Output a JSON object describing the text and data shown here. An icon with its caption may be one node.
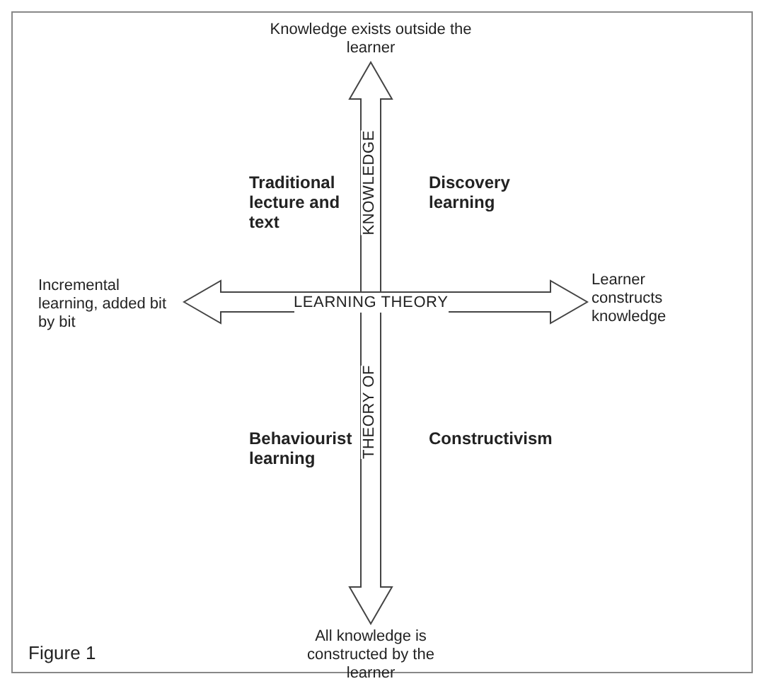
{
  "diagram": {
    "caption": "Figure 1",
    "nodes": [
      {
        "text": [
          "Knowledge exists outside the learner"
        ]
      },
      {
        "text": [
          "All knowledge is constructed by the learner"
        ]
      },
      {
        "text": [
          "Incremental learning, added bit by bit"
        ]
      },
      {
        "text": [
          "Learner constructs knowledge"
        ]
      }
    ],
    "edges": [
      {
        "from": 0,
        "to": 1,
        "arrow": "both"
      },
      {
        "from": 2,
        "to": 3,
        "arrow": "both"
      }
    ],
    "labels": [
      "Traditional lecture and text",
      "KNOWLEDGE",
      "Discovery learning",
      "LEARNING THEORY",
      "Behaviourist learning",
      "THEORY OF",
      "Constructivism"
    ]
  }
}
